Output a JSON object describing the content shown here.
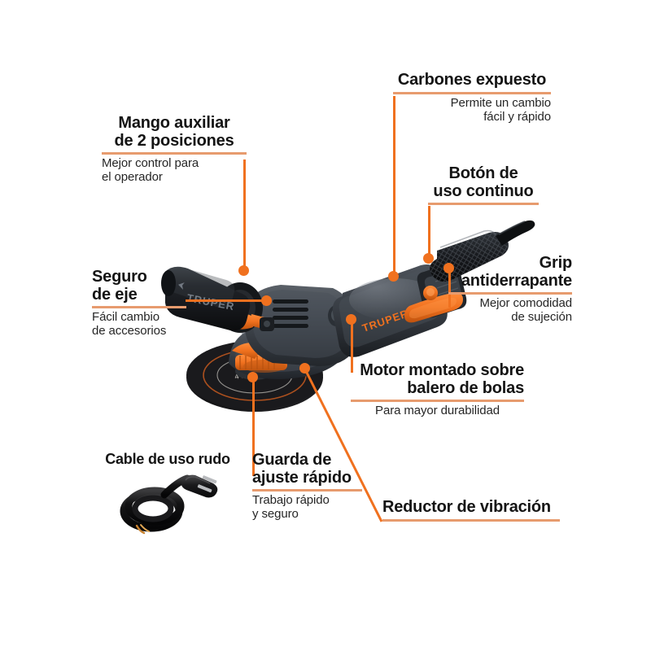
{
  "page": {
    "type": "product-feature-infographic",
    "product": "TRUPER angle grinder",
    "brand": "TRUPER",
    "language": "es",
    "background": "#FFFFFF"
  },
  "colors": {
    "leader_line": "#F0711F",
    "underline": "#E79B6E",
    "title_text": "#141414",
    "subtitle_text": "#262626",
    "tool_body_dark": "#3A3E44",
    "tool_body_black": "#17191C",
    "tool_accent_orange": "#F0711F"
  },
  "callouts": [
    {
      "id": "mango-auxiliar",
      "title": "Mango auxiliar\nde 2 posiciones",
      "subtitle": "Mejor control para\nel  operador",
      "align": "center",
      "sub_align": "left"
    },
    {
      "id": "carbones-expuesto",
      "title": "Carbones expuesto",
      "subtitle": "Permite un cambio\nfácil y rápido",
      "align": "center",
      "sub_align": "right"
    },
    {
      "id": "boton-uso-continuo",
      "title": "Botón de\nuso continuo",
      "subtitle": "",
      "align": "center",
      "sub_align": "center"
    },
    {
      "id": "grip-antiderrapante",
      "title": "Grip\nantiderrapante",
      "subtitle": "Mejor comodidad\nde sujeción",
      "align": "right",
      "sub_align": "right"
    },
    {
      "id": "seguro-de-eje",
      "title": "Seguro\nde eje",
      "subtitle": "Fácil cambio\nde accesorios",
      "align": "left",
      "sub_align": "left"
    },
    {
      "id": "motor-balero",
      "title": "Motor montado sobre\nbalero de bolas",
      "subtitle": "Para mayor durabilidad",
      "align": "right",
      "sub_align": "center"
    },
    {
      "id": "guarda-ajuste",
      "title": "Guarda de\najuste rápido",
      "subtitle": "Trabajo rápido\ny seguro",
      "align": "left",
      "sub_align": "left"
    },
    {
      "id": "reductor-vibracion",
      "title": "Reductor de vibración",
      "subtitle": "",
      "align": "left",
      "sub_align": "left"
    },
    {
      "id": "cable-uso-rudo",
      "title": "Cable de uso rudo",
      "subtitle": "",
      "align": "center",
      "sub_align": "center"
    }
  ],
  "tool_labels": {
    "handle_brand": "TRUPER",
    "body_brand": "TRUPER",
    "disc_text": "4 1/2\""
  }
}
